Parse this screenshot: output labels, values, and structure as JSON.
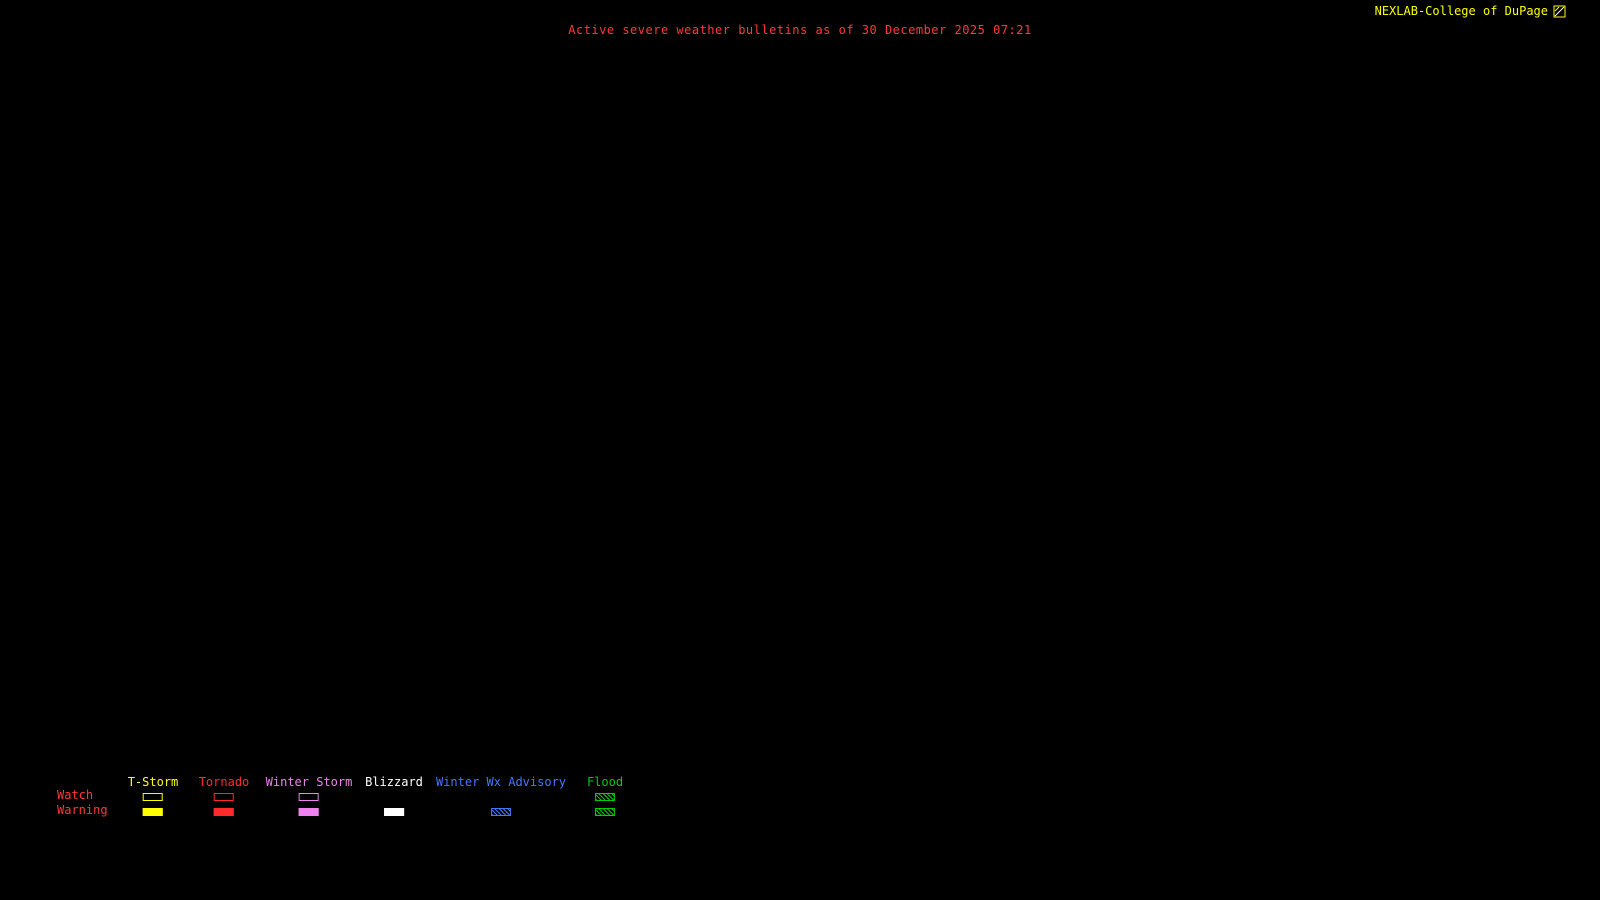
{
  "header": {
    "branding": "NEXLAB-College of DuPage",
    "branding_color": "#ffff00",
    "title": "Active severe weather bulletins as of 30 December 2025 07:21",
    "title_color": "#ff3a3a"
  },
  "legend": {
    "watch_label": "Watch",
    "warning_label": "Warning",
    "row_label_color": "#ff3a3a",
    "categories": [
      {
        "label": "T-Storm",
        "color": "#ffff00",
        "watch_style": "outline",
        "warning_style": "fill"
      },
      {
        "label": "Tornado",
        "color": "#ff2a2a",
        "watch_style": "outline",
        "warning_style": "fill"
      },
      {
        "label": "Winter Storm",
        "color": "#ee82ee",
        "watch_style": "outline",
        "warning_style": "fill"
      },
      {
        "label": "Blizzard",
        "color": "#ffffff",
        "watch_style": "none",
        "warning_style": "fill"
      },
      {
        "label": "Winter Wx Advisory",
        "color": "#4477ff",
        "watch_style": "none",
        "warning_style": "hatch"
      },
      {
        "label": "Flood",
        "color": "#00cc00",
        "watch_style": "hatch",
        "warning_style": "hatch"
      }
    ]
  }
}
